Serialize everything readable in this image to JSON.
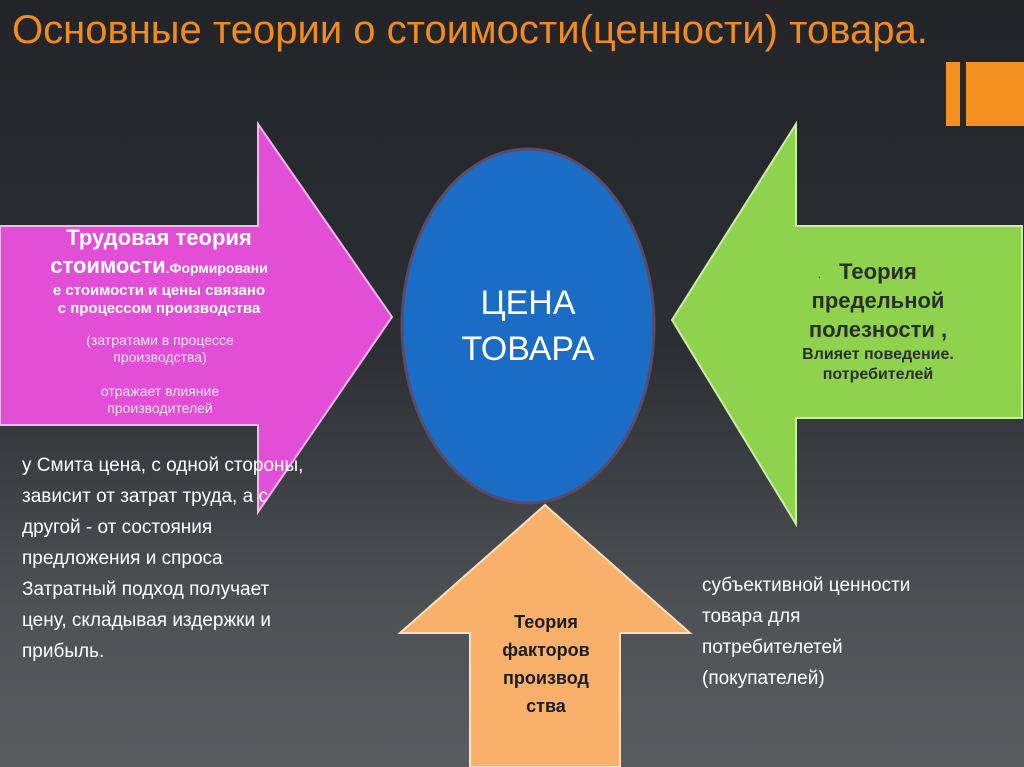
{
  "title": "Основные теории о стоимости(ценности) товара.",
  "colors": {
    "title": "#f08a22",
    "labor_arrow": "#e24fd6",
    "utility_arrow": "#8fd24e",
    "factors_arrow": "#f8b06a",
    "center_ellipse": "#1b6cc4"
  },
  "decoration": {
    "icon": "orange-bars-icon"
  },
  "labor_theory": {
    "title_line1": "Трудовая теория",
    "title_line2": "стоимости",
    "title_suffix": ".Формировани",
    "main_line1": "е стоимости и цены связано",
    "main_line2": "с  процессом производства",
    "note_line1": "(затратами в процессе",
    "note_line2": "производства)",
    "effect_line1": "отражает влияние",
    "effect_line2": "производителей"
  },
  "center": {
    "line1": "ЦЕНА",
    "line2": "ТОВАРА"
  },
  "utility_theory": {
    "dot": ".",
    "title_line1": "Теория",
    "title_line2": "предельной",
    "title_line3": "полезности ,",
    "sub_line1": "Влияет поведение.",
    "sub_line2": "потребителей"
  },
  "factors_theory": {
    "line1": "Теория",
    "line2": "факторов",
    "line3": "производ",
    "line4": "ства"
  },
  "smith_text": {
    "lines": [
      "у Смита цена, с одной стороны,",
      "зависит от затрат труда, а с",
      "другой - от состояния",
      "предложения и спроса",
      "Затратный подход получает",
      "цену, складывая издержки и",
      "прибыль."
    ]
  },
  "subjective_text": {
    "lines": [
      "субъективной ценности",
      "товара для",
      "потребителетей",
      "(покупателей)"
    ]
  }
}
